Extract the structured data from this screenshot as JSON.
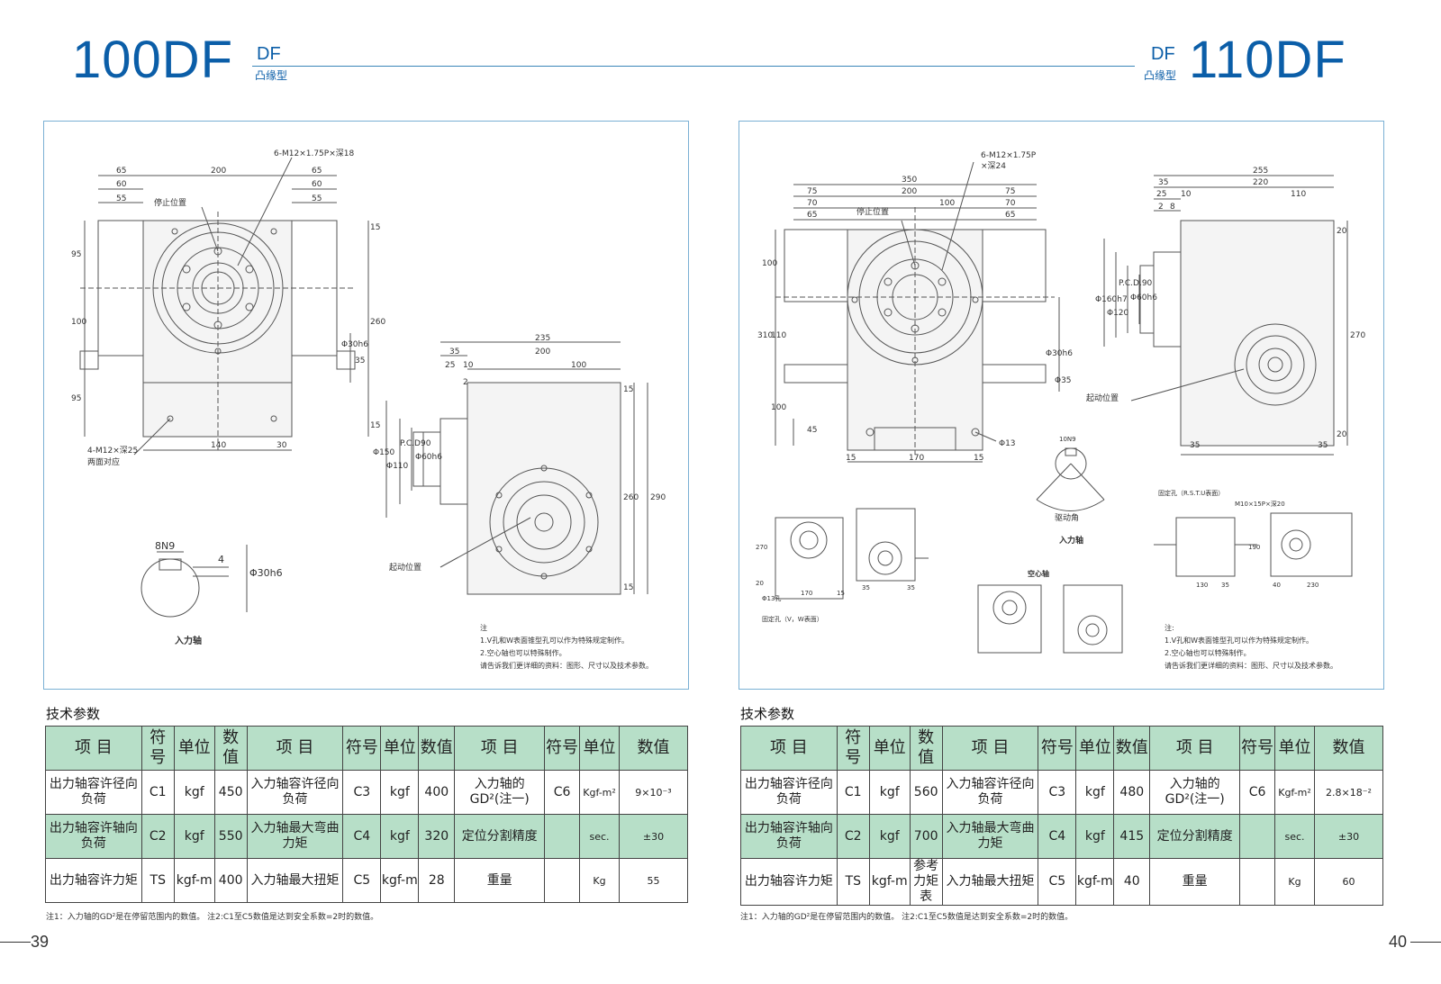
{
  "left": {
    "model": "100DF",
    "code": "DF",
    "subtitle": "凸缘型",
    "section_title": "技术参数",
    "page_number": "39",
    "drawing": {
      "dims_top": [
        "65",
        "60",
        "55",
        "200",
        "65",
        "60",
        "55"
      ],
      "bolt_callout": "6-M12×1.75P×深18",
      "stop_position": "停止位置",
      "dims_left": [
        "95",
        "100",
        "95"
      ],
      "dims_right": [
        "15",
        "260",
        "Φ30h6",
        "35",
        "15"
      ],
      "bottom_callout_1": "4-M12×深25",
      "bottom_callout_2": "两面对应",
      "dims_bottom": [
        "140",
        "30"
      ],
      "keyway": "8N9",
      "key_depth": "4",
      "shaft_dia": "Φ30h6",
      "input_shaft": "入力轴",
      "side_dims_top": [
        "235",
        "35",
        "200",
        "25",
        "10",
        "100",
        "2"
      ],
      "side_dims_left": [
        "Φ150",
        "Φ110",
        "P.C.D90",
        "Φ60h6"
      ],
      "side_dims_right": [
        "15",
        "260",
        "290",
        "15"
      ],
      "start_position": "起动位置"
    },
    "notes": [
      "注",
      "1.V孔和W表面锥型孔可以作为特殊规定制作。",
      "2.空心轴也可以特殊制作。",
      "请告诉我们更详细的资料：图形、尺寸以及技术参数。"
    ],
    "table": {
      "headers": [
        "项 目",
        "符号",
        "单位",
        "数值",
        "项 目",
        "符号",
        "单位",
        "数值",
        "项 目",
        "符号",
        "单位",
        "数值"
      ],
      "rows": [
        [
          "出力轴容许径向负荷",
          "C1",
          "kgf",
          "450",
          "入力轴容许径向负荷",
          "C3",
          "kgf",
          "400",
          "入力轴的GD²(注一)",
          "C6",
          "Kgf-m²",
          "9×10⁻³"
        ],
        [
          "出力轴容许轴向负荷",
          "C2",
          "kgf",
          "550",
          "入力轴最大弯曲力矩",
          "C4",
          "kgf",
          "320",
          "定位分割精度",
          "",
          "sec.",
          "±30"
        ],
        [
          "出力轴容许力矩",
          "TS",
          "kgf-m",
          "400",
          "入力轴最大扭矩",
          "C5",
          "kgf-m",
          "28",
          "重量",
          "",
          "Kg",
          "55"
        ]
      ]
    },
    "footnote": "注1：入力轴的GD²是在停留范围内的数值。   注2:C1至C5数值是达到安全系数=2时的数值。"
  },
  "right": {
    "model": "110DF",
    "code": "DF",
    "subtitle": "凸缘型",
    "section_title": "技术参数",
    "page_number": "40",
    "drawing": {
      "bolt_callout_1": "6-M12×1.75P",
      "bolt_callout_2": "×深24",
      "dims_top": [
        "350",
        "75",
        "200",
        "75",
        "70",
        "100",
        "70",
        "65",
        "65"
      ],
      "stop_position": "停止位置",
      "dims_left": [
        "100",
        "310",
        "110",
        "100",
        "45"
      ],
      "dims_right": [
        "Φ30h6",
        "Φ35"
      ],
      "hole": "Φ13",
      "dims_bottom": [
        "15",
        "170",
        "15"
      ],
      "side_dims_top": [
        "255",
        "35",
        "220",
        "25",
        "10",
        "110",
        "2",
        "8"
      ],
      "side_dims_left": [
        "Φ160h7",
        "Φ120",
        "P.C.D.90",
        "Φ60h6"
      ],
      "side_dims_right": [
        "20",
        "270",
        "20"
      ],
      "side_dims_bottom": [
        "35",
        "35"
      ],
      "start_position": "起动位置",
      "key_label": "10N9",
      "drive_angle": "驱动角",
      "input_shaft": "入力轴",
      "hollow_shaft": "空心轴",
      "fix_holes_1": "固定孔（V，W表面）",
      "fix_holes_2": "固定孔（R.S.T.U表面）",
      "small_callout": "M10×15P×深20",
      "mini_dims_a": [
        "270",
        "20",
        "Φ13孔",
        "170",
        "15",
        "35",
        "35"
      ],
      "mini_dims_b": [
        "130",
        "35",
        "40",
        "230",
        "190"
      ]
    },
    "notes": [
      "注:",
      "1.V孔和W表面锥型孔可以作为特殊规定制作。",
      "2.空心轴也可以特殊制作。",
      "请告诉我们更详细的资料：图形、尺寸以及技术参数。"
    ],
    "table": {
      "headers": [
        "项 目",
        "符号",
        "单位",
        "数值",
        "项 目",
        "符号",
        "单位",
        "数值",
        "项 目",
        "符号",
        "单位",
        "数值"
      ],
      "rows": [
        [
          "出力轴容许径向负荷",
          "C1",
          "kgf",
          "560",
          "入力轴容许径向负荷",
          "C3",
          "kgf",
          "480",
          "入力轴的GD²(注一)",
          "C6",
          "Kgf-m²",
          "2.8×18⁻²"
        ],
        [
          "出力轴容许轴向负荷",
          "C2",
          "kgf",
          "700",
          "入力轴最大弯曲力矩",
          "C4",
          "kgf",
          "415",
          "定位分割精度",
          "",
          "sec.",
          "±30"
        ],
        [
          "出力轴容许力矩",
          "TS",
          "kgf-m",
          "参考力矩表",
          "入力轴最大扭矩",
          "C5",
          "kgf-m",
          "40",
          "重量",
          "",
          "Kg",
          "60"
        ]
      ]
    },
    "footnote": "注1：入力轴的GD²是在停留范围内的数值。   注2:C1至C5数值是达到安全系数=2时的数值。"
  }
}
